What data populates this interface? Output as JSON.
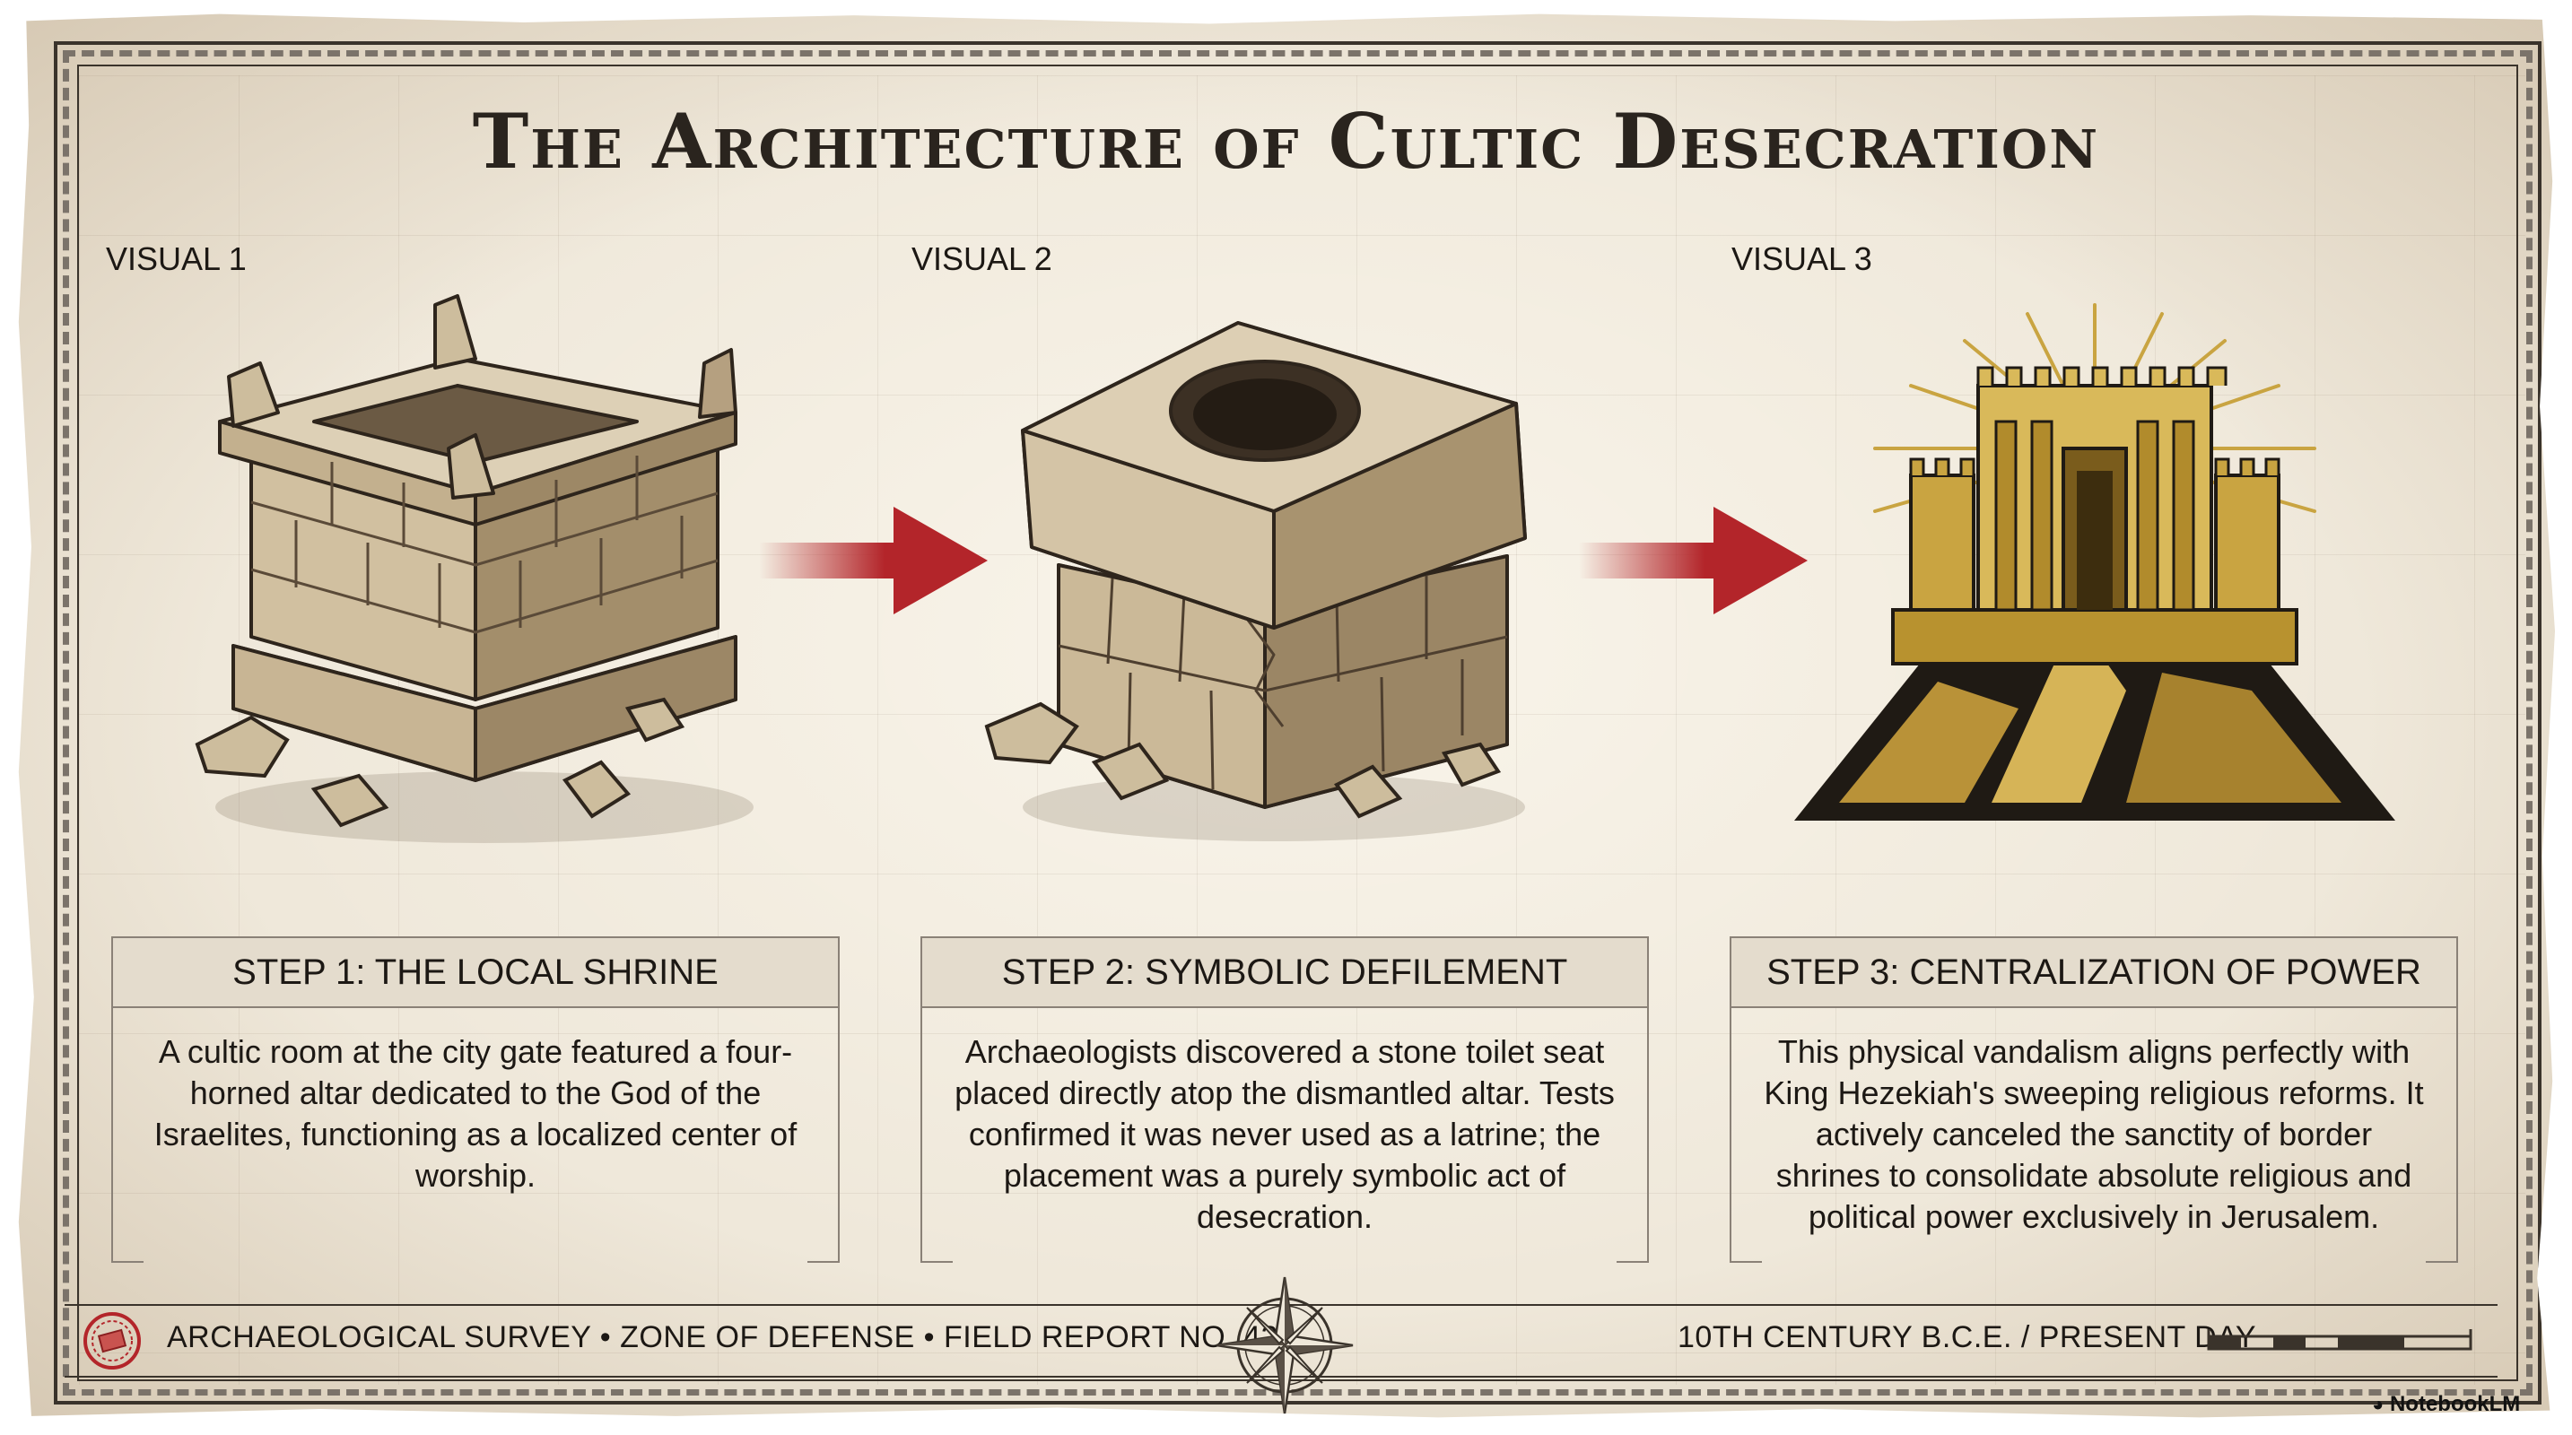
{
  "title": "The Architecture of Cultic Desecration",
  "visuals": [
    {
      "label": "VISUAL 1"
    },
    {
      "label": "VISUAL 2"
    },
    {
      "label": "VISUAL 3"
    }
  ],
  "steps": [
    {
      "heading": "STEP 1: THE LOCAL SHRINE",
      "text": "A cultic room at the city gate featured a four-horned altar dedicated to the God of the Israelites, functioning as a localized center of worship."
    },
    {
      "heading": "STEP 2: SYMBOLIC DEFILEMENT",
      "text": "Archaeologists discovered a stone toilet seat placed directly atop the dismantled altar. Tests confirmed it was never used as a latrine; the placement was a purely symbolic act of desecration."
    },
    {
      "heading": "STEP 3: CENTRALIZATION OF POWER",
      "text": "This physical vandalism aligns perfectly with King Hezekiah's sweeping religious reforms. It actively canceled the sanctity of border shrines to consolidate absolute religious and political power exclusively in Jerusalem."
    }
  ],
  "footer": {
    "left": "ARCHAEOLOGICAL SURVEY • ZONE OF DEFENSE • FIELD REPORT NO. 42",
    "right": "10TH CENTURY B.C.E. / PRESENT DAY"
  },
  "brand": "NotebookLM",
  "colors": {
    "paper": "#efe8da",
    "ink": "#1c1814",
    "arrow": "#b3252a",
    "stone": "#c9b79a",
    "gold": "#c9a441"
  },
  "icons": [
    "four-horned-altar",
    "desecrated-altar",
    "temple-on-mountain",
    "arrow-right",
    "compass-rose",
    "survey-stamp"
  ]
}
